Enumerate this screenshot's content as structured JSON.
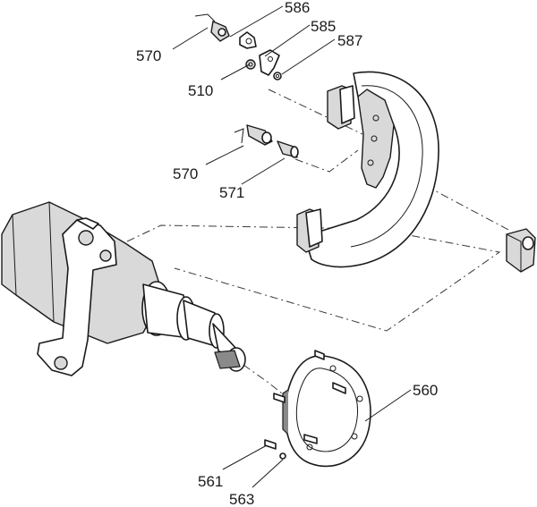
{
  "labels": {
    "l586": "586",
    "l585": "585",
    "l587": "587",
    "l570a": "570",
    "l510": "510",
    "l570b": "570",
    "l571": "571",
    "l560": "560",
    "l561": "561",
    "l563": "563"
  }
}
